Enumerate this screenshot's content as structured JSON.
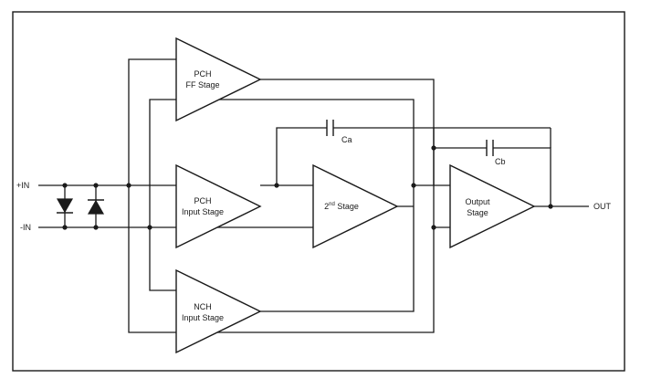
{
  "diagram": {
    "blocks": {
      "pch_ff": {
        "line1": "PCH",
        "line2": "FF Stage"
      },
      "pch_input": {
        "line1": "PCH",
        "line2": "Input Stage"
      },
      "nch_input": {
        "line1": "NCH",
        "line2": "Input Stage"
      },
      "second_stage": {
        "prefix": "2",
        "superscript": "nd",
        "suffix": " Stage"
      },
      "output_stage": {
        "line1": "Output",
        "line2": "Stage"
      }
    },
    "terminals": {
      "in_plus": "+IN",
      "in_minus": "-IN",
      "out": "OUT"
    },
    "capacitors": {
      "ca": "Ca",
      "cb": "Cb"
    }
  }
}
